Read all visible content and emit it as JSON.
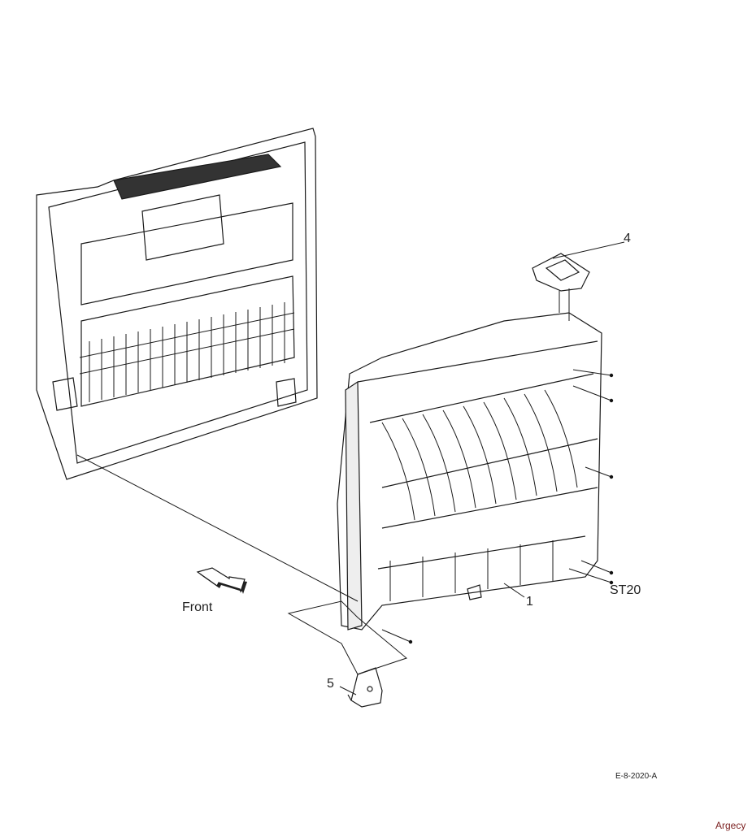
{
  "diagram": {
    "callouts": {
      "part_4": "4",
      "part_1": "1",
      "part_5": "5",
      "screw": "ST20"
    },
    "direction_label": "Front",
    "figure_id": "E-8-2020-A",
    "watermark": "Argecy"
  },
  "colors": {
    "line": "#1a1a1a",
    "watermark": "#7a1f1f"
  }
}
